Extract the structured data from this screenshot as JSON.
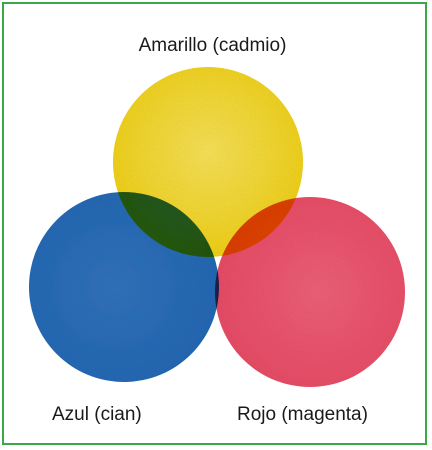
{
  "labels": {
    "top": "Amarillo (cadmio)",
    "left": "Azul (cian)",
    "right": "Rojo (magenta)"
  },
  "colors": {
    "border": "#3aa84a",
    "yellow": "#f7dc3a",
    "blue": "#2f78c0",
    "red": "#ec4b67"
  }
}
